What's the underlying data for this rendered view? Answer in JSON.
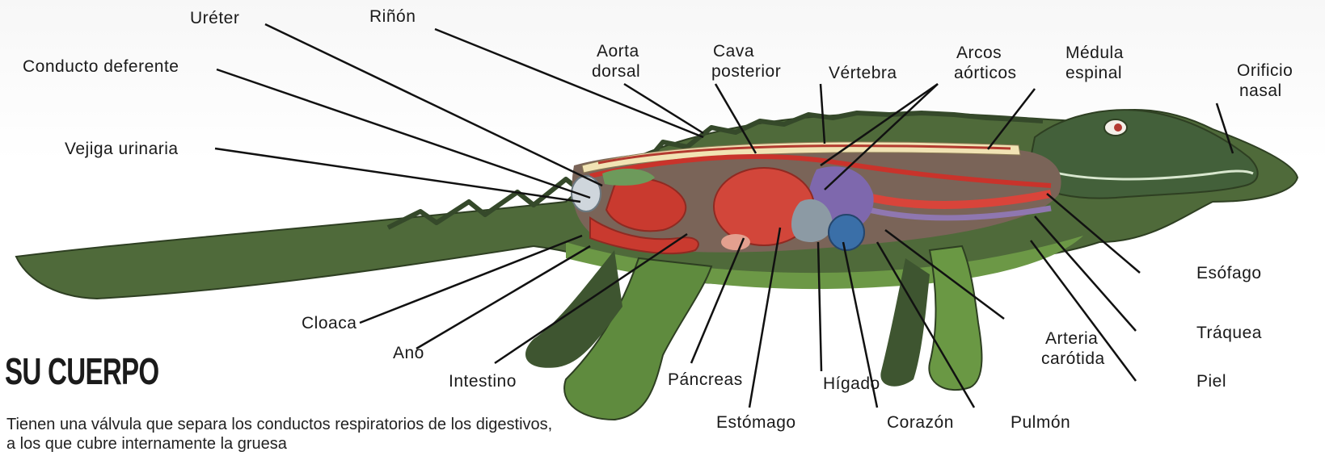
{
  "labels": {
    "ureter": "Uréter",
    "rinon": "Riñón",
    "conducto_deferente": "Conducto deferente",
    "vejiga_urinaria": "Vejiga urinaria",
    "aorta_dorsal_1": "Aorta",
    "aorta_dorsal_2": "dorsal",
    "cava_posterior_1": "Cava",
    "cava_posterior_2": "posterior",
    "vertebra": "Vértebra",
    "arcos_aorticos_1": "Arcos",
    "arcos_aorticos_2": "aórticos",
    "medula_espinal_1": "Médula",
    "medula_espinal_2": "espinal",
    "orificio_nasal_1": "Orificio",
    "orificio_nasal_2": "nasal",
    "esofago": "Esófago",
    "traquea": "Tráquea",
    "piel": "Piel",
    "arteria_carotida_1": "Arteria",
    "arteria_carotida_2": "carótida",
    "pulmon": "Pulmón",
    "corazon": "Corazón",
    "higado": "Hígado",
    "estomago": "Estómago",
    "pancreas": "Páncreas",
    "intestino": "Intestino",
    "ano": "Ano",
    "cloaca": "Cloaca"
  },
  "section_title": "SU CUERPO",
  "body_text": "Tienen una válvula que separa los conductos respiratorios de los digestivos, a los que cubre internamente la gruesa",
  "colors": {
    "body_green": "#4e6a3b",
    "belly_green": "#6d9a48",
    "organ_red": "#c93a2f",
    "heart_blue": "#3a6fa8",
    "cavity_brown": "#7a6458",
    "vertebra_cream": "#f1e3b4"
  }
}
